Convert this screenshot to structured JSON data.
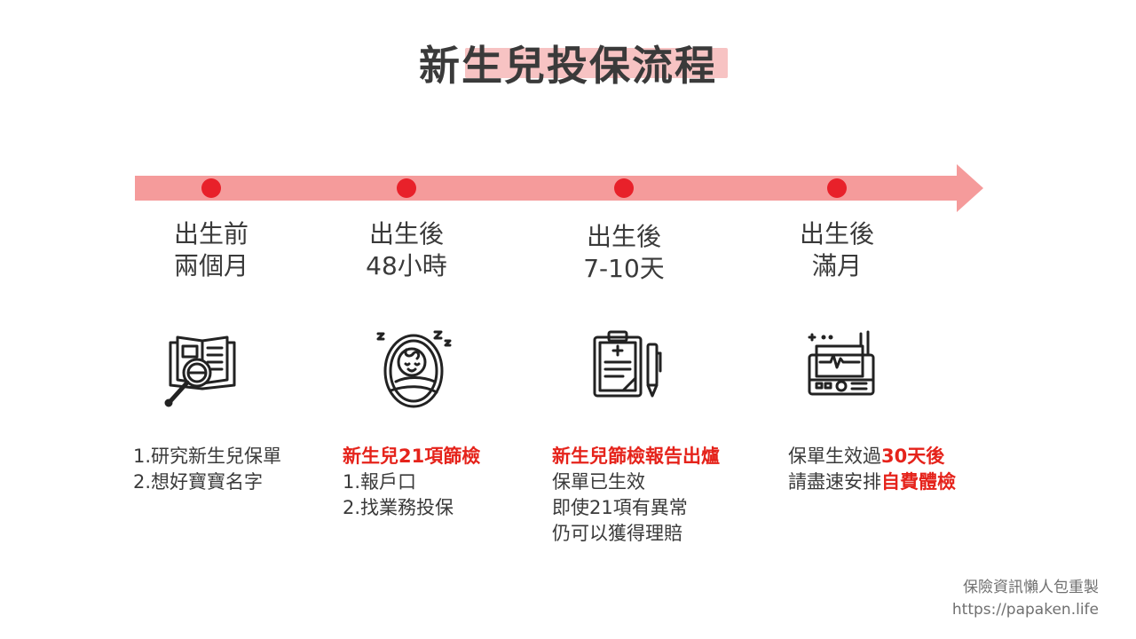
{
  "title": "新生兒投保流程",
  "stages": [
    {
      "label_line1": "出生前",
      "label_line2": "兩個月",
      "icon": "research-document-magnifier-icon",
      "desc_line1": "1.研究新生兒保單",
      "desc_line2": "2.想好寶寶名字"
    },
    {
      "label_line1": "出生後",
      "label_line2": "48小時",
      "icon": "sleeping-baby-icon",
      "desc_highlight": "新生兒21項篩檢",
      "desc_line1": "1.報戶口",
      "desc_line2": "2.找業務投保"
    },
    {
      "label_line1": "出生後",
      "label_line2": "7-10天",
      "icon": "medical-clipboard-icon",
      "desc_highlight": "新生兒篩檢報告出爐",
      "desc_line1": "保單已生效",
      "desc_line2": "即使21項有異常",
      "desc_line3": "仍可以獲得理賠"
    },
    {
      "label_line1": "出生後",
      "label_line2": "滿月",
      "icon": "medical-monitor-icon",
      "desc_pre1": "保單生效過",
      "desc_hl1": "30天後",
      "desc_pre2": "請盡速安排",
      "desc_hl2": "自費體檢"
    }
  ],
  "colors": {
    "arrow": "#f59b9b",
    "marker": "#e8212a",
    "highlight_text": "#e5231b",
    "title_highlight": "#f7c3c3"
  },
  "footer": {
    "line1": "保險資訊懶人包重製",
    "line2": "https://papaken.life"
  }
}
